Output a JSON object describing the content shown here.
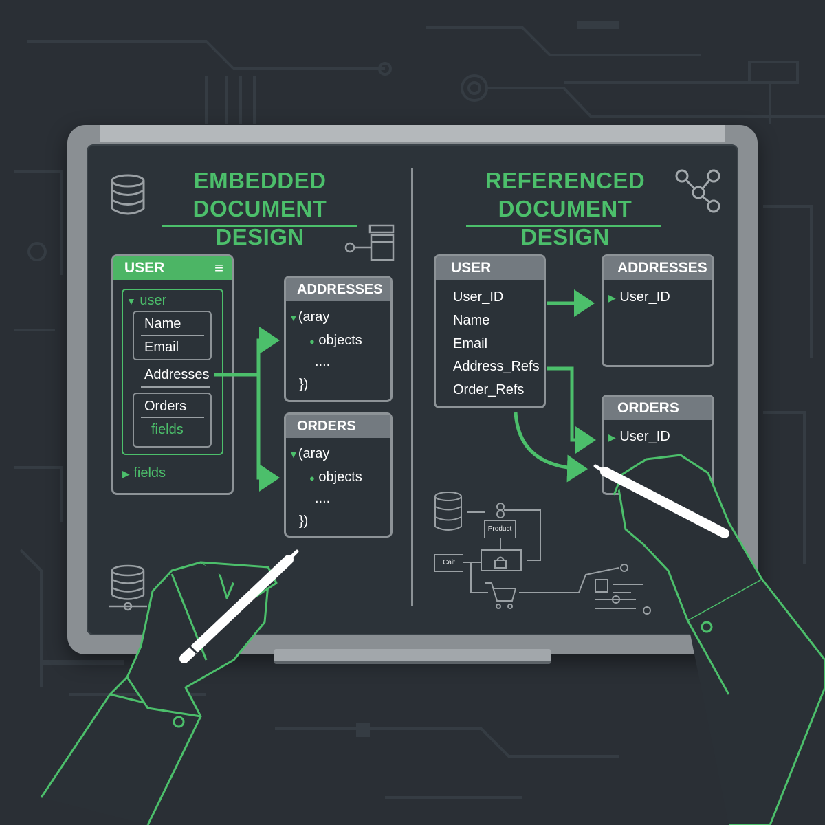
{
  "colors": {
    "accent": "#4cbf6b",
    "board": "#2c3339",
    "background": "#2a2f35",
    "frame": "#8a8f93"
  },
  "embedded": {
    "title_line1": "EMBEDDED",
    "title_line2": "DOCUMENT DESIGN",
    "icon": "database-icon",
    "user_card": {
      "header": "USER",
      "group_label": "user",
      "fields": [
        "Name",
        "Email"
      ],
      "addresses_label": "Addresses",
      "orders_label": "Orders",
      "orders_sub": "fields",
      "footer_label": "fields"
    },
    "addresses_card": {
      "header": "ADDRESSES",
      "line1": "(aray",
      "line2": "objects",
      "line3": "....",
      "line4": "})"
    },
    "orders_card": {
      "header": "ORDERS",
      "line1": "(aray",
      "line2": "objects",
      "line3": "....",
      "line4": "})"
    }
  },
  "referenced": {
    "title_line1": "REFERENCED",
    "title_line2": "DOCUMENT DESIGN",
    "icon": "network-share-icon",
    "user_card": {
      "header": "USER",
      "fields": [
        "User_ID",
        "Name",
        "Email",
        "Address_Refs",
        "Order_Refs"
      ]
    },
    "addresses_card": {
      "header": "ADDRESSES",
      "field": "User_ID"
    },
    "orders_card": {
      "header": "ORDERS",
      "field": "User_ID"
    },
    "mini_diagram": {
      "product_label": "Product",
      "cart_label": "Cait"
    }
  }
}
